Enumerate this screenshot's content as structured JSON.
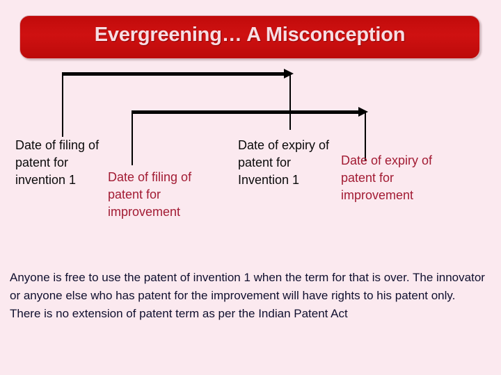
{
  "slide": {
    "background_color": "#fbe9ef",
    "title": {
      "text": "Evergreening… A Misconception",
      "background_color": "#c50c0c",
      "text_color": "#f7dde3"
    },
    "diagram": {
      "type": "timeline-arrows",
      "line_color": "#000000",
      "labels": [
        {
          "id": "filing-invention",
          "text": "Date of filing of patent for invention 1",
          "color": "#0a0a0a"
        },
        {
          "id": "filing-improvement",
          "text": "Date of filing of patent for improvement",
          "color": "#a21b33"
        },
        {
          "id": "expiry-invention",
          "text": "Date of expiry of patent for Invention 1",
          "color": "#0a0a0a"
        },
        {
          "id": "expiry-improvement",
          "text": "Date of expiry of patent for improvement",
          "color": "#a21b33"
        }
      ]
    },
    "footnote": {
      "text": "Anyone is free to use the patent of invention 1 when the term for that is over. The innovator or anyone else who has patent for the improvement will have rights to his patent only. There is no extension of patent term as per the Indian Patent Act",
      "color": "#0f0f2e"
    }
  }
}
